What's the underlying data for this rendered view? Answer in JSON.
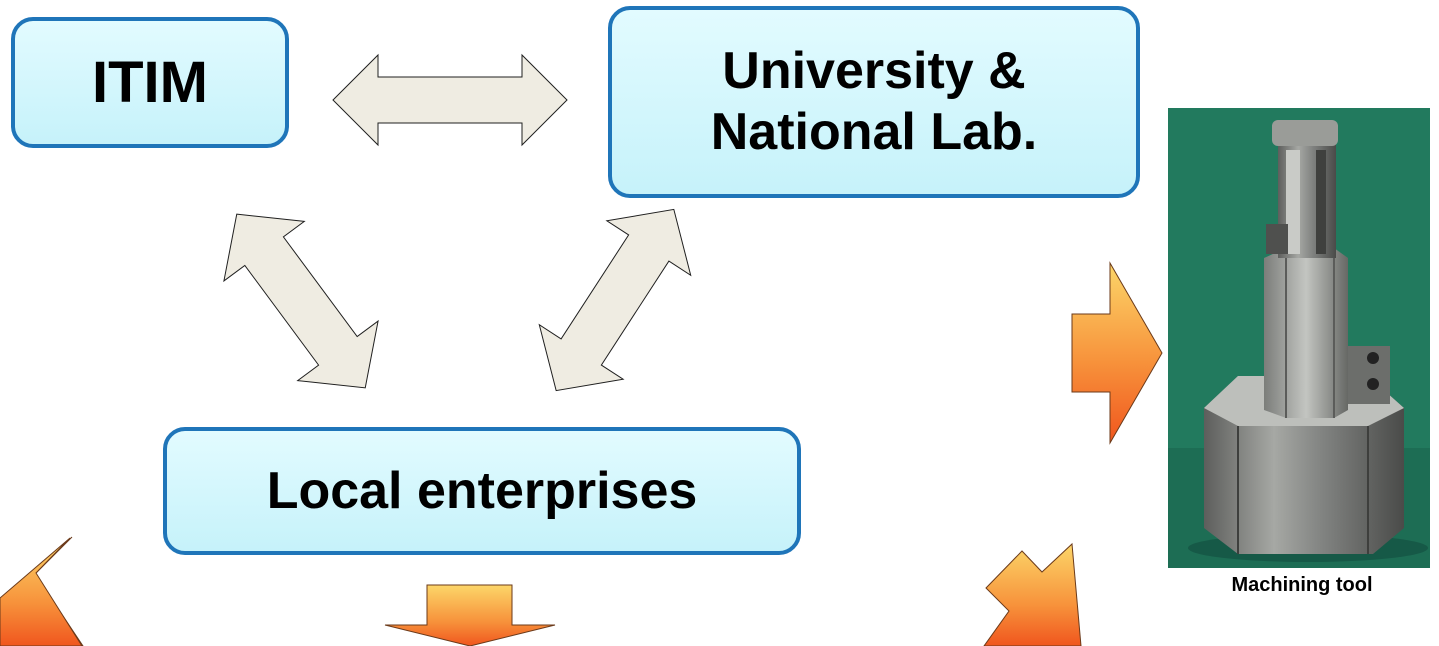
{
  "nodes": {
    "itim": "ITIM",
    "university": "University &\nNational Lab.",
    "local": "Local enterprises"
  },
  "photo": {
    "caption": "Machining tool",
    "subject": "machining-tool-photo"
  },
  "colors": {
    "node_fill": "#c6f2fa",
    "node_border": "#1f75b9",
    "gray_arrow_fill": "#efece2",
    "orange_arrow_top": "#fcd669",
    "orange_arrow_bottom": "#f0561e",
    "photo_background": "#227a5e"
  }
}
